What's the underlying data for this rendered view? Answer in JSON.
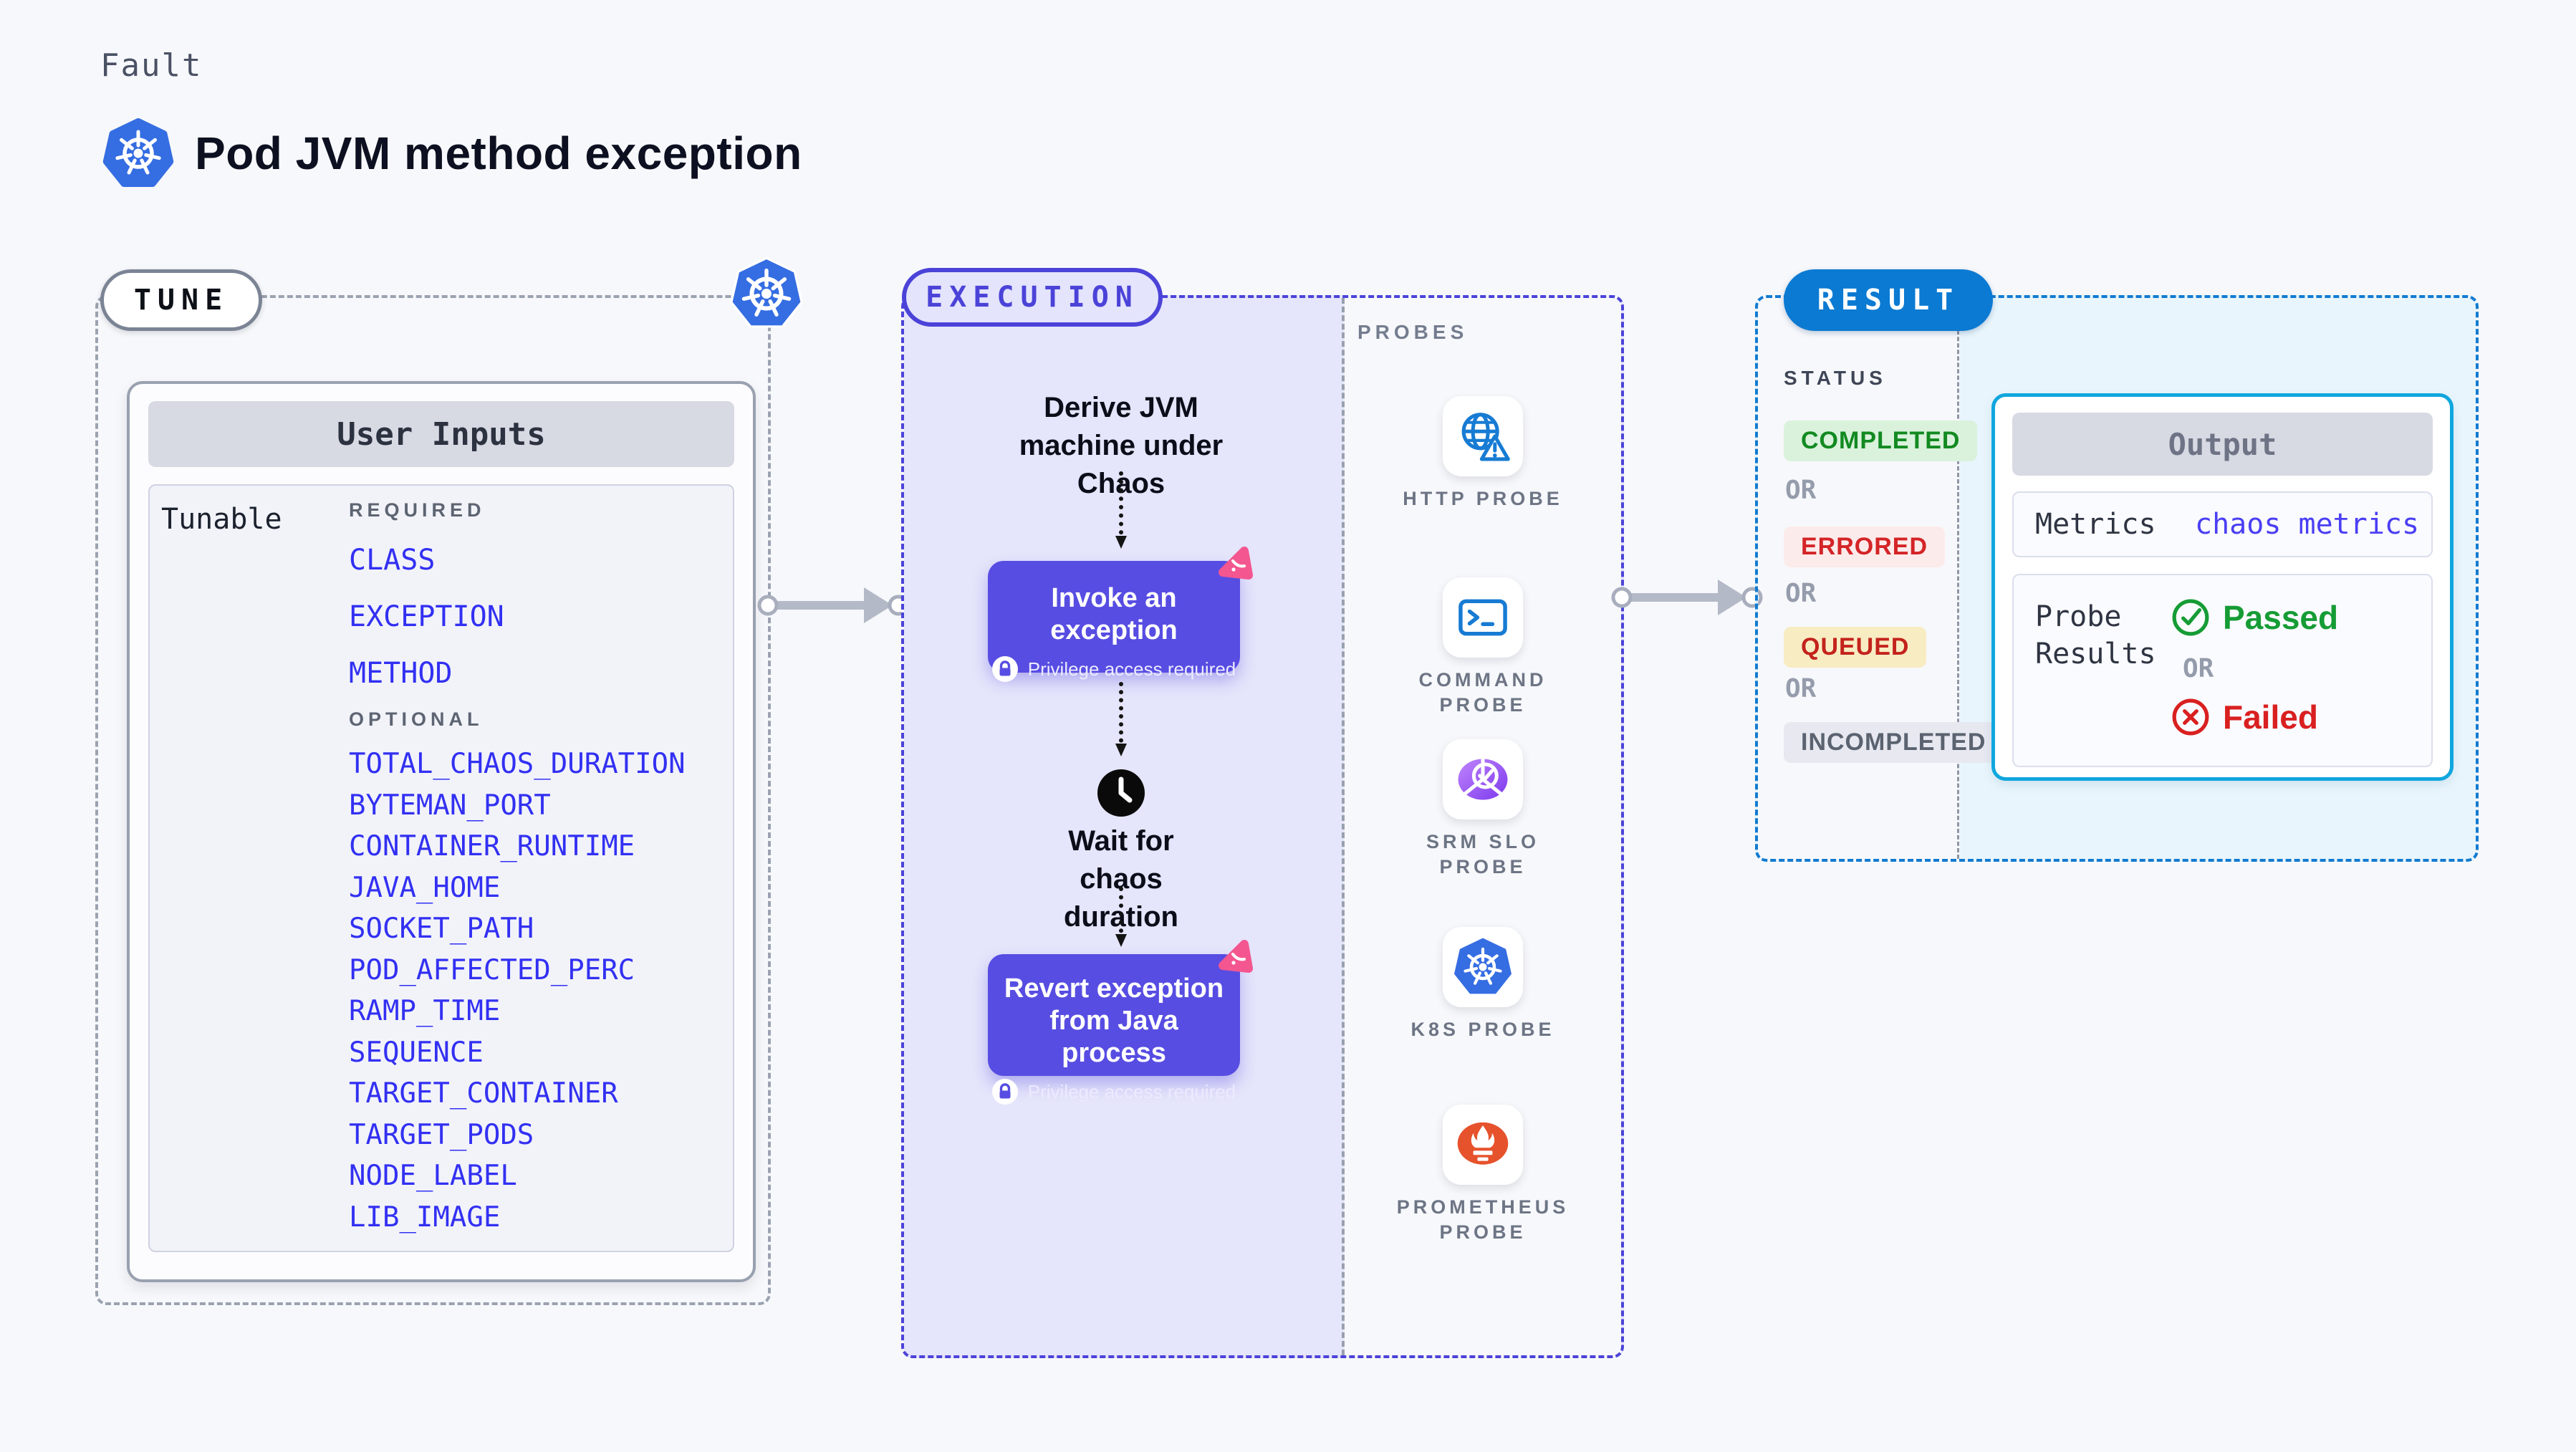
{
  "header": {
    "kicker": "Fault",
    "title": "Pod JVM method exception",
    "title_icon": "kubernetes-icon"
  },
  "tune": {
    "label": "TUNE",
    "corner_icon": "kubernetes-icon",
    "card_title": "User Inputs",
    "row_label": "Tunable",
    "required_label": "REQUIRED",
    "required_params": [
      "CLASS",
      "EXCEPTION",
      "METHOD"
    ],
    "optional_label": "OPTIONAL",
    "optional_params": [
      "TOTAL_CHAOS_DURATION",
      "BYTEMAN_PORT",
      "CONTAINER_RUNTIME",
      "JAVA_HOME",
      "SOCKET_PATH",
      "POD_AFFECTED_PERC",
      "RAMP_TIME",
      "SEQUENCE",
      "TARGET_CONTAINER",
      "TARGET_PODS",
      "NODE_LABEL",
      "LIB_IMAGE"
    ],
    "param_color": "#3230f2"
  },
  "execution": {
    "label": "EXECUTION",
    "accent": "#4b43d8",
    "fill": "#e5e5fb",
    "button_color": "#574de2",
    "derive_step": "Derive JVM machine under Chaos",
    "invoke_step": {
      "title": "Invoke an exception",
      "badge": "Privilege access required",
      "icon": "lock-icon",
      "corner_icon": "chaos-pink-icon"
    },
    "wait_step": {
      "title": "Wait for chaos duration",
      "icon": "clock-icon"
    },
    "revert_step": {
      "title": "Revert exception from Java process",
      "badge": "Privilege access required",
      "icon": "lock-icon",
      "corner_icon": "chaos-pink-icon"
    }
  },
  "probes": {
    "label": "PROBES",
    "items": [
      {
        "label": "HTTP PROBE",
        "icon": "globe-alert-icon"
      },
      {
        "label": "COMMAND PROBE",
        "icon": "terminal-icon"
      },
      {
        "label": "SRM SLO PROBE",
        "icon": "slo-donut-check-icon"
      },
      {
        "label": "K8S PROBE",
        "icon": "kubernetes-icon"
      },
      {
        "label": "PROMETHEUS PROBE",
        "icon": "prometheus-flame-icon"
      }
    ]
  },
  "result": {
    "label": "RESULT",
    "accent": "#0b7ad2",
    "status_label": "STATUS",
    "or_label": "OR",
    "statuses": [
      {
        "text": "COMPLETED",
        "fg": "#128a21",
        "bg": "#daf2dc"
      },
      {
        "text": "ERRORED",
        "fg": "#d42427",
        "bg": "#fcebeb"
      },
      {
        "text": "QUEUED",
        "fg": "#c3231c",
        "bg": "#f8ecc3"
      },
      {
        "text": "INCOMPLETED",
        "fg": "#5b6370",
        "bg": "#e7e8f0"
      }
    ],
    "output": {
      "title": "Output",
      "metrics_label": "Metrics",
      "metrics_value": "chaos metrics",
      "probe_results_label": "Probe Results",
      "passed": "Passed",
      "passed_color": "#169c35",
      "passed_icon": "check-circle-icon",
      "or_label": "OR",
      "failed": "Failed",
      "failed_color": "#d92020",
      "failed_icon": "x-circle-icon"
    }
  }
}
